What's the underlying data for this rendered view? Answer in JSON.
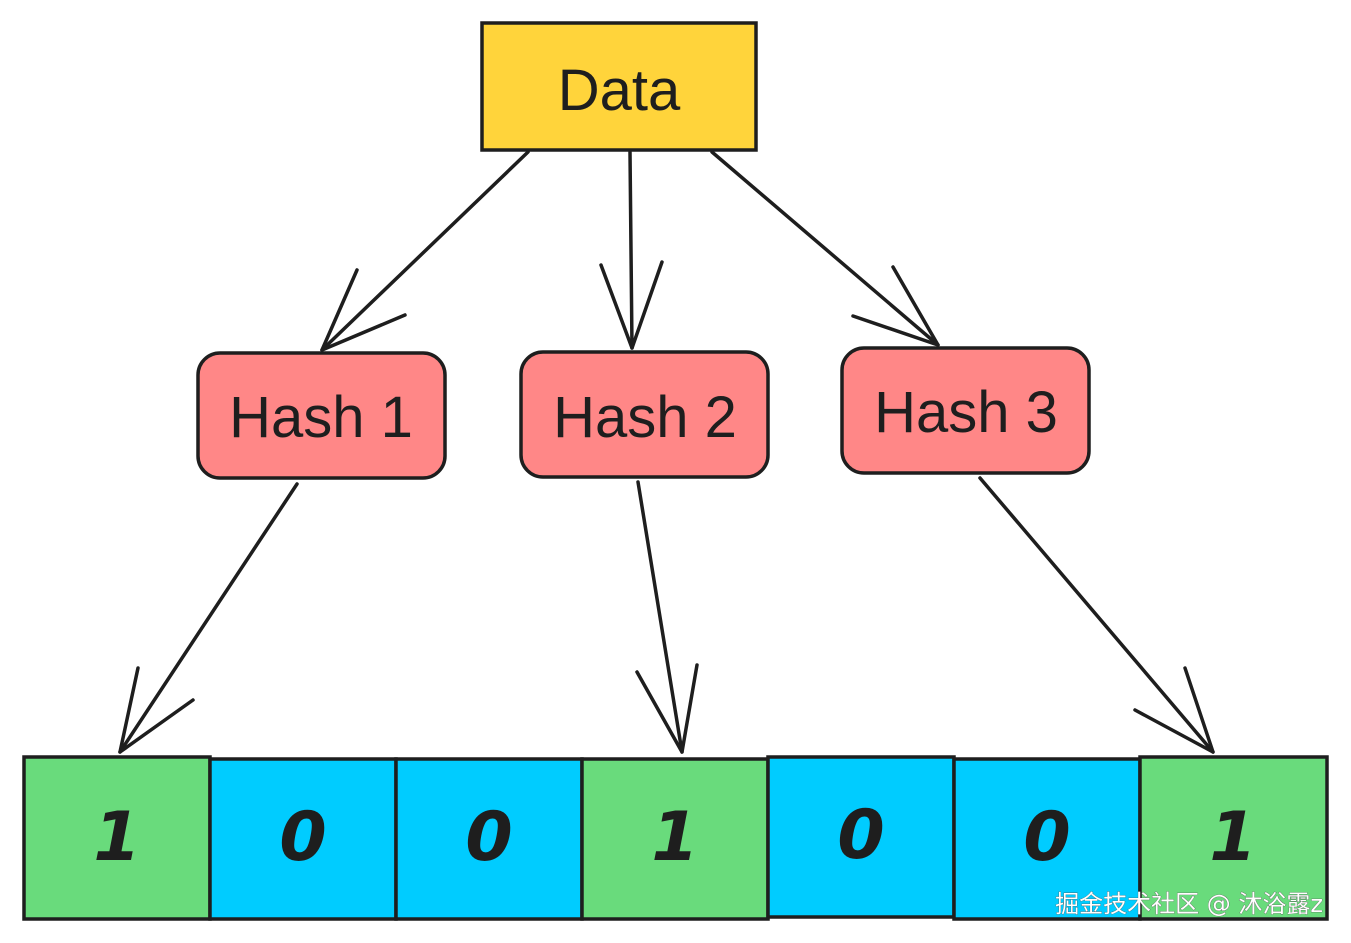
{
  "source_node": {
    "label": "Data",
    "color": "#FFD43B"
  },
  "hash_nodes": [
    {
      "label": "Hash 1",
      "target_bit": 0
    },
    {
      "label": "Hash 2",
      "target_bit": 3
    },
    {
      "label": "Hash 3",
      "target_bit": 6
    }
  ],
  "hash_color": "#FF8787",
  "bit_array": [
    {
      "value": "1",
      "color": "#69DB7C"
    },
    {
      "value": "0",
      "color": "#00CCFF"
    },
    {
      "value": "0",
      "color": "#00CCFF"
    },
    {
      "value": "1",
      "color": "#69DB7C"
    },
    {
      "value": "0",
      "color": "#00CCFF"
    },
    {
      "value": "0",
      "color": "#00CCFF"
    },
    {
      "value": "1",
      "color": "#69DB7C"
    }
  ],
  "watermark": "掘金技术社区 @ 沐浴露z"
}
